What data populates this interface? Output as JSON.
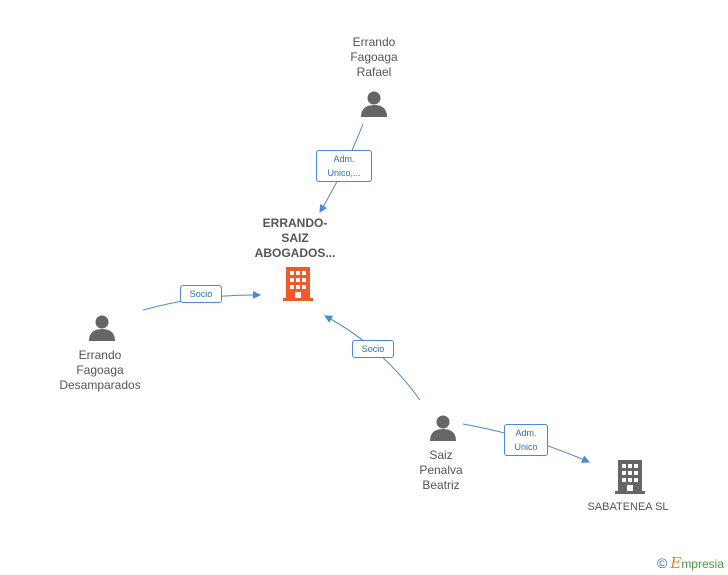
{
  "colors": {
    "edge": "#4a8ad4",
    "person": "#666666",
    "main_company": "#f05a28",
    "company": "#666666"
  },
  "nodes": {
    "errando_fagoaga_rafael": {
      "label_lines": [
        "Errando",
        "Fagoaga",
        "Rafael"
      ],
      "icon": "person-icon"
    },
    "main_company": {
      "label_lines": [
        "ERRANDO-",
        "SAIZ",
        "ABOGADOS..."
      ],
      "icon": "building-icon"
    },
    "errando_fagoaga_desamparados": {
      "label_lines": [
        "Errando",
        "Fagoaga",
        "Desamparados"
      ],
      "icon": "person-icon"
    },
    "saiz_penalva_beatriz": {
      "label_lines": [
        "Saiz",
        "Penalva",
        "Beatriz"
      ],
      "icon": "person-icon"
    },
    "sabatenea": {
      "label_lines": [
        "SABATENEA SL"
      ],
      "icon": "building-icon"
    }
  },
  "edges": [
    {
      "id": "rafael_to_main",
      "label_lines": [
        "Adm.",
        "Unico,..."
      ]
    },
    {
      "id": "desamparados_to_main",
      "label_lines": [
        "Socio"
      ]
    },
    {
      "id": "beatriz_to_main",
      "label_lines": [
        "Socio"
      ]
    },
    {
      "id": "beatriz_to_sabatenea",
      "label_lines": [
        "Adm.",
        "Unico"
      ]
    }
  ],
  "footer": {
    "copyright_symbol": "©",
    "brand_first_letter": "E",
    "brand_rest": "mpresia"
  }
}
